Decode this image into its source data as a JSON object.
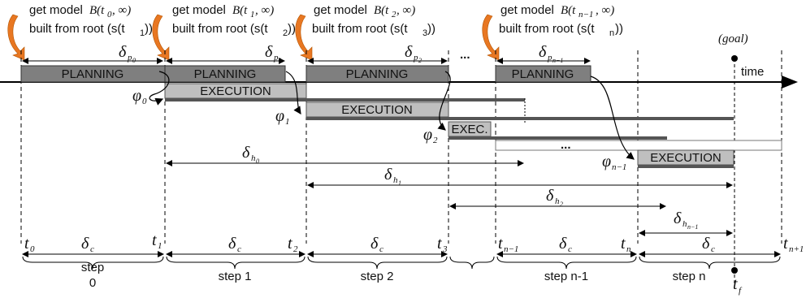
{
  "getmodel": [
    {
      "line1": "get model",
      "math": "B(t",
      "sub": "0",
      "tail": ", ∞)",
      "line2": "built from root (s(t",
      "root_sub": "1",
      "close": "))"
    },
    {
      "line1": "get model",
      "math": "B(t",
      "sub": "1",
      "tail": ", ∞)",
      "line2": "built from root (s(t",
      "root_sub": "2",
      "close": "))"
    },
    {
      "line1": "get model",
      "math": "B(t",
      "sub": "2",
      "tail": ", ∞)",
      "line2": "built from root (s(t",
      "root_sub": "3",
      "close": "))"
    },
    {
      "line1": "get model",
      "math": "B(t",
      "sub": "n−1",
      "tail": ", ∞)",
      "line2": "built from root (s(t",
      "root_sub": "n",
      "close": "))"
    }
  ],
  "goal_label": "(goal)",
  "time_label": "time",
  "planning_label": "PLANNING",
  "execution_label": "EXECUTION",
  "exec_short_label": "EXEC.",
  "ellipsis": "...",
  "delta": "δ",
  "phi": "φ",
  "delta_p_subs": [
    "p",
    "p",
    "p",
    "p"
  ],
  "delta_p_subsubs": [
    "0",
    "1",
    "2",
    "n−1"
  ],
  "phi_subs": [
    "0",
    "1",
    "2",
    "n−1"
  ],
  "delta_h_subsubs": [
    "0",
    "1",
    "2",
    "n−1"
  ],
  "delta_h_sub": "h",
  "delta_c_sub": "c",
  "t_symbol": "t",
  "t_subs": [
    "0",
    "1",
    "2",
    "3",
    "n−1",
    "n",
    "n+1"
  ],
  "tf_sub": "f",
  "steps": [
    "step",
    "0",
    "step 1",
    "step 2",
    "step n-1",
    "step n"
  ],
  "colors": {
    "planning": "#7f7f7f",
    "execution": "#bfbfbf",
    "dark_bar": "#555555",
    "arrow": "#e87722"
  }
}
